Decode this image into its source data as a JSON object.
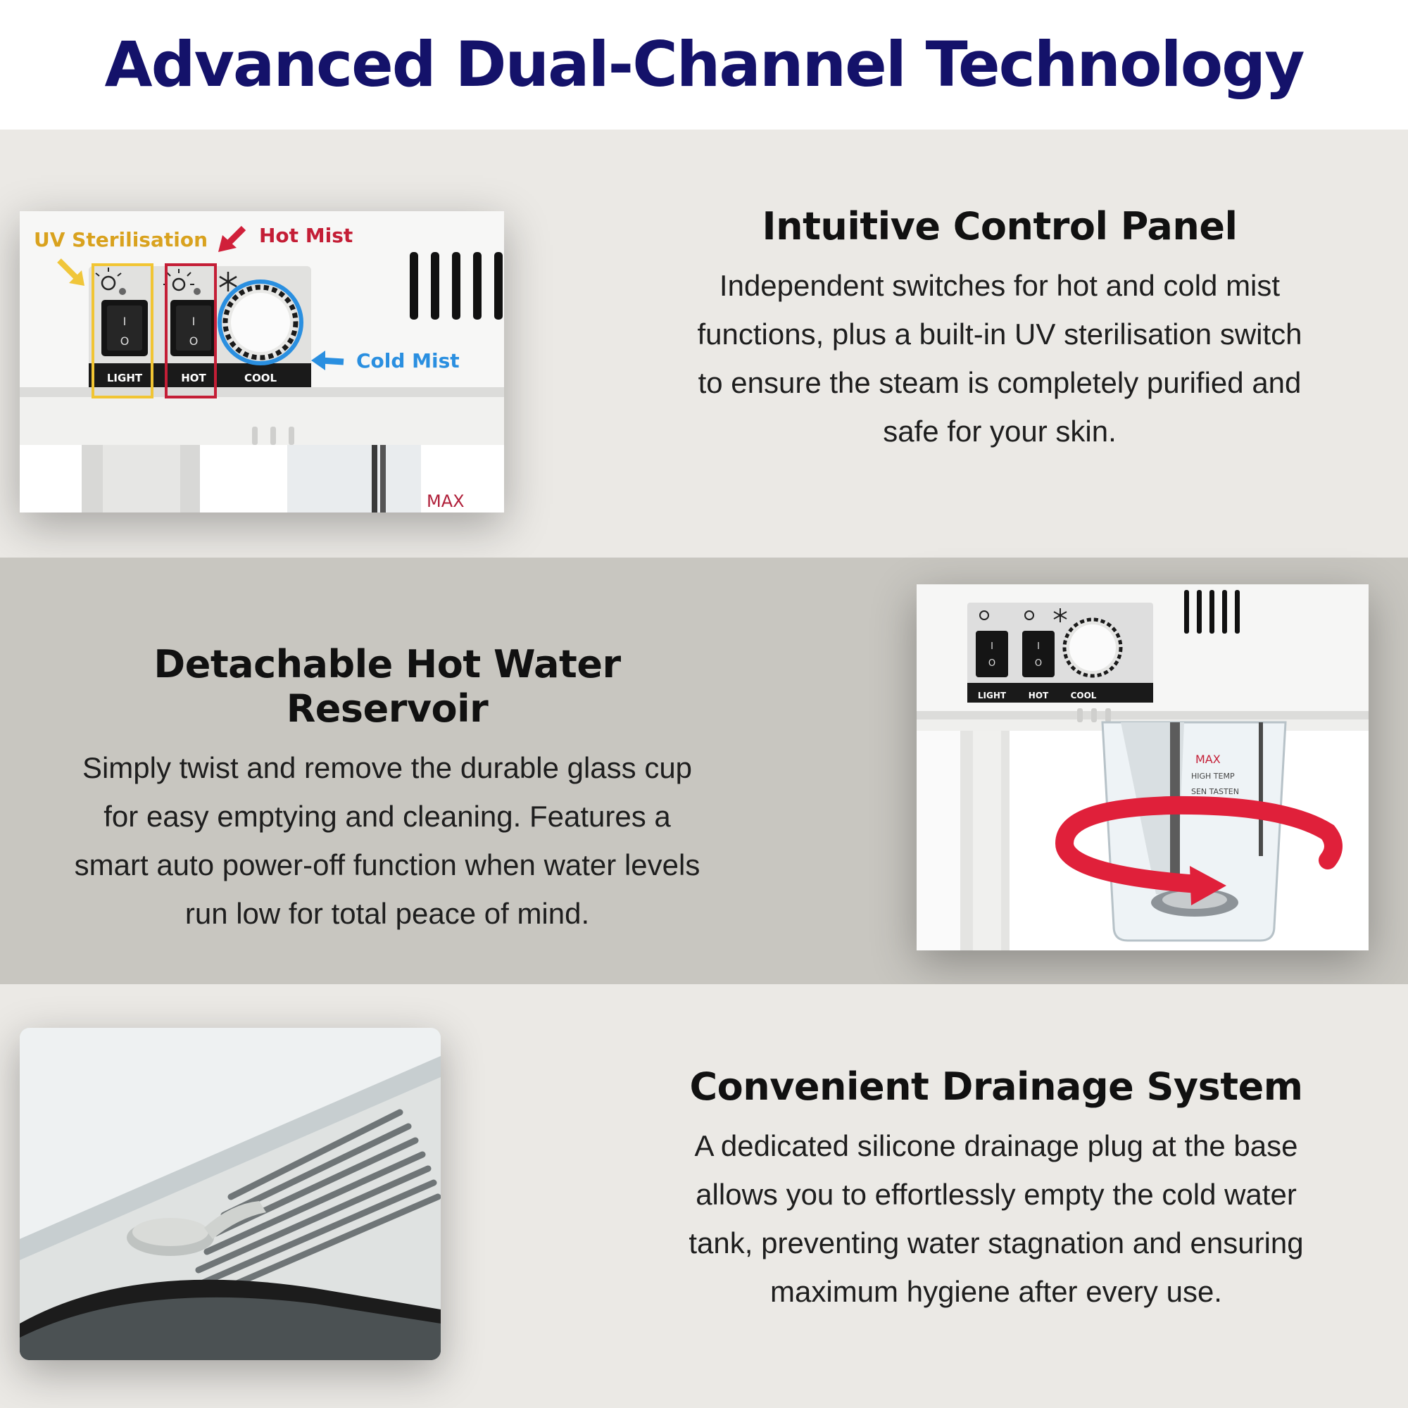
{
  "header": {
    "title": "Advanced Dual-Channel Technology"
  },
  "sections": [
    {
      "title": "Intuitive Control Panel",
      "description": "Independent switches for hot and cold mist functions, plus a built-in UV sterilisation switch to ensure the steam is completely purified and safe for your skin."
    },
    {
      "title": "Detachable Hot Water Reservoir",
      "description": "Simply twist and remove the durable glass cup for easy emptying and cleaning. Features a smart auto power-off function when water levels run low for total peace of mind."
    },
    {
      "title": "Convenient Drainage System",
      "description": "A dedicated silicone drainage plug at the base allows you to effortlessly empty the cold water tank, preventing water stagnation and ensuring maximum hygiene after every use."
    }
  ],
  "control_panel_image": {
    "uv_label": "UV Sterilisation",
    "hot_label": "Hot Mist",
    "cold_label": "Cold Mist",
    "switch_light": "LIGHT",
    "switch_hot": "HOT",
    "switch_cool": "COOL",
    "switch_on": "I",
    "switch_off": "O",
    "max_mark": "MAX",
    "colors": {
      "uv": "#d9a21e",
      "hot": "#c41e36",
      "cold": "#2a8fe0"
    }
  },
  "reservoir_image": {
    "switch_light": "LIGHT",
    "switch_hot": "HOT",
    "switch_cool": "COOL",
    "switch_on": "I",
    "switch_off": "O",
    "max_mark": "MAX",
    "high_temp": "HIGH TEMP",
    "tasten": "SEN TASTEN",
    "arrow_color": "#e0203a"
  }
}
